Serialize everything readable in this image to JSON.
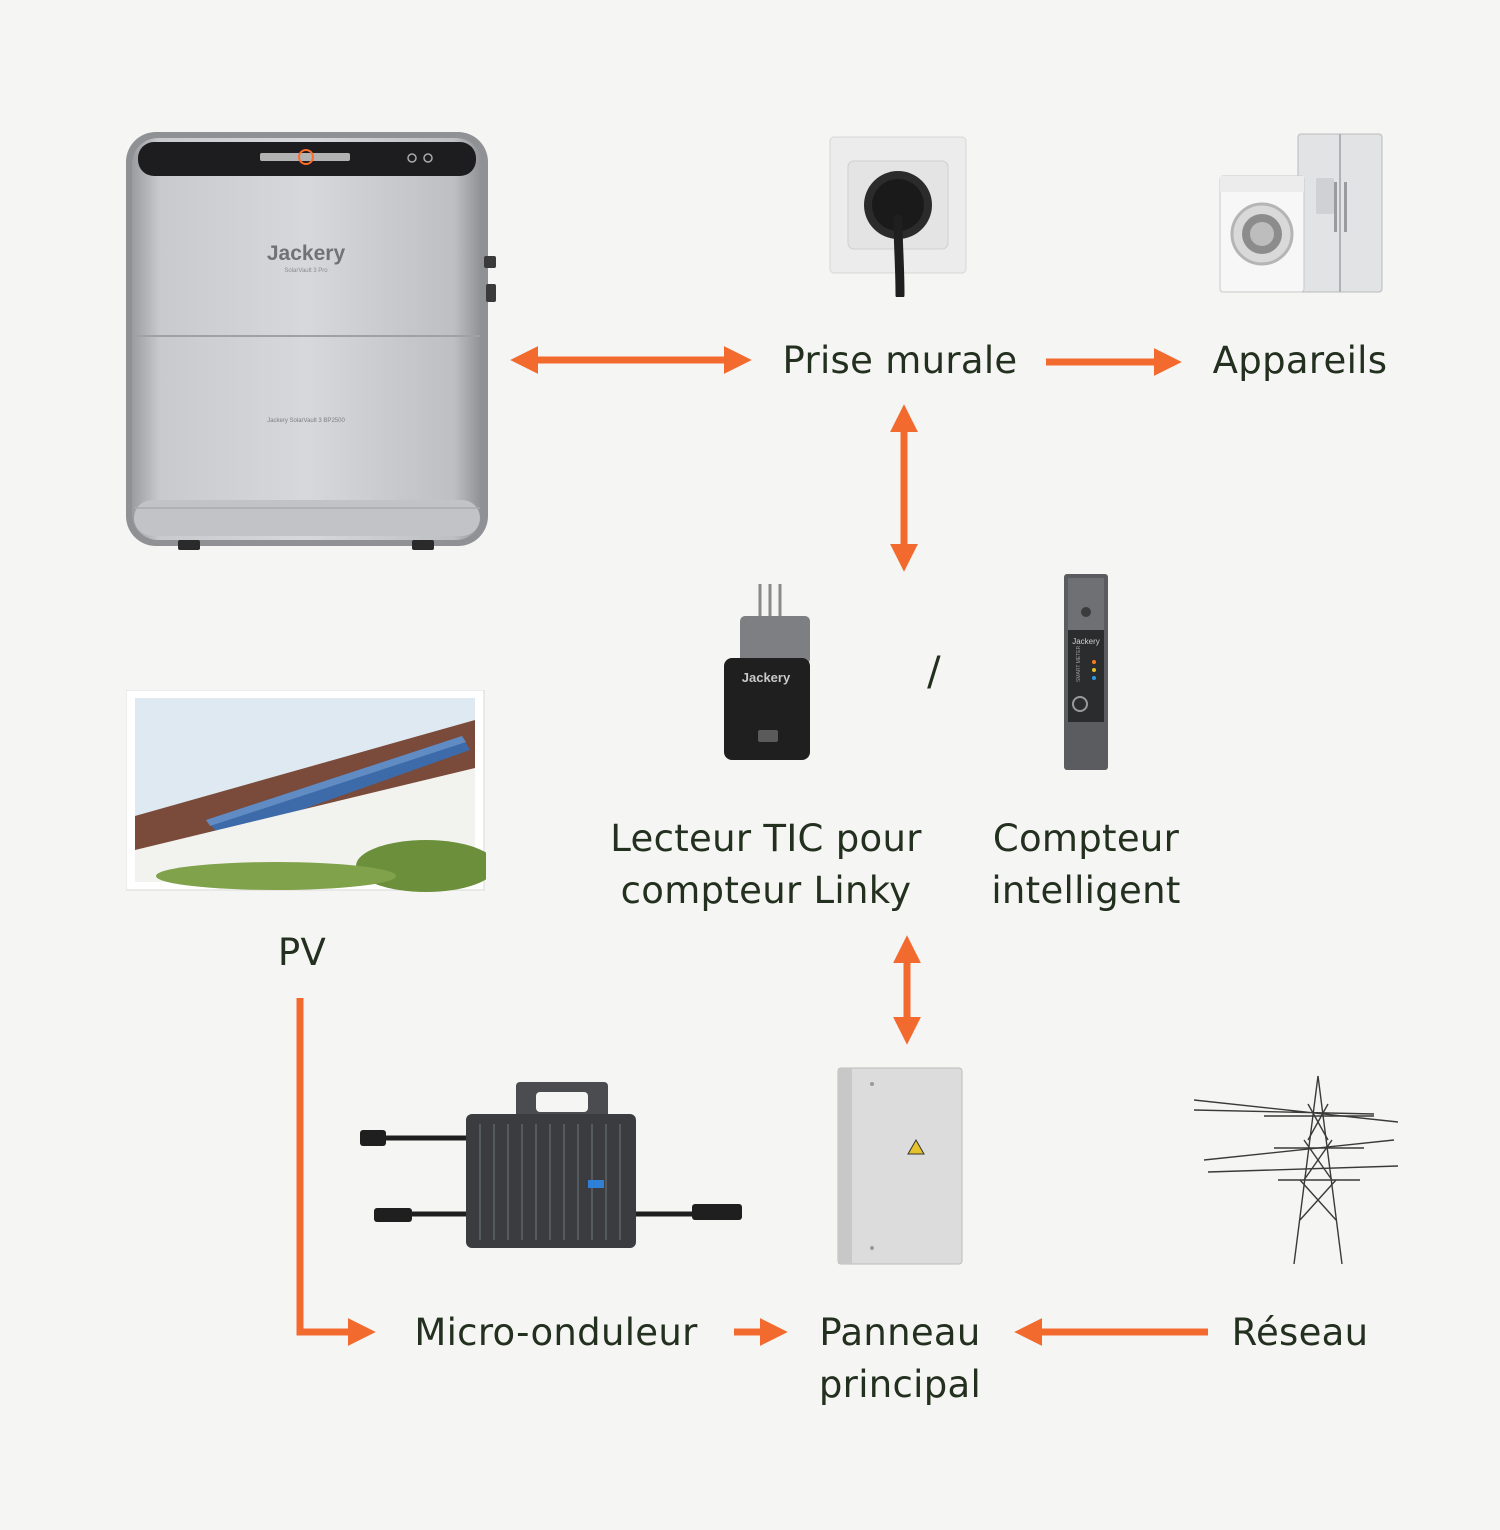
{
  "nodes": {
    "battery": {
      "brand": "Jackery",
      "model": "SolarVault 3 Pro",
      "model_full": "Jackery SolarVault 3 BP2500"
    },
    "wall_outlet": {
      "label": "Prise murale"
    },
    "appliances": {
      "label": "Appareils"
    },
    "tic_reader": {
      "label_line1": "Lecteur TIC pour",
      "label_line2": "compteur Linky",
      "brand": "Jackery"
    },
    "separator": {
      "text": "/"
    },
    "smart_meter": {
      "label_line1": "Compteur",
      "label_line2": "intelligent",
      "brand": "Jackery",
      "side_text": "SMART METER"
    },
    "pv": {
      "label": "PV"
    },
    "microinverter": {
      "label": "Micro-onduleur"
    },
    "main_panel": {
      "label_line1": "Panneau",
      "label_line2": "principal"
    },
    "grid": {
      "label": "Réseau"
    }
  },
  "colors": {
    "arrow": "#f26a2e",
    "background": "#f5f5f3",
    "text": "#24301f"
  }
}
